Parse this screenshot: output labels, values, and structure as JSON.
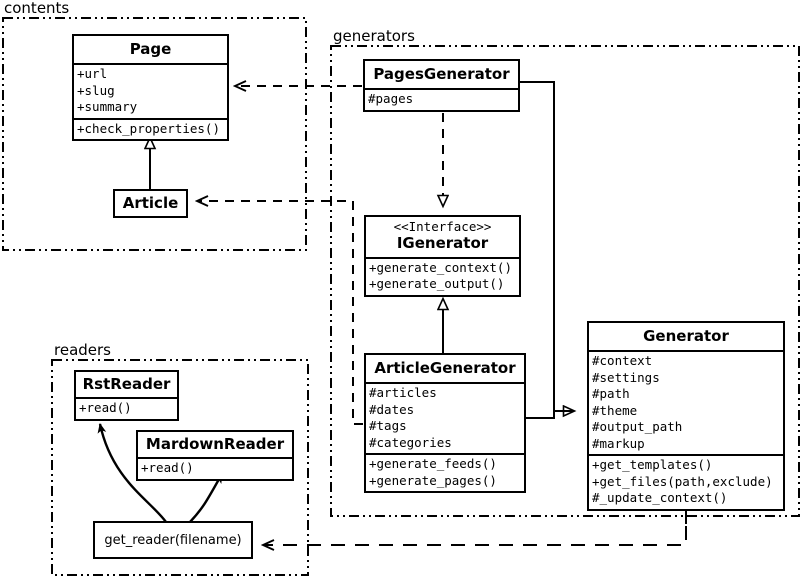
{
  "diagram": {
    "title": "UML class diagram",
    "background": "#ffffff",
    "line_color": "#000000"
  },
  "packages": [
    {
      "name": "contents-package",
      "label": "contents"
    },
    {
      "name": "generators-package",
      "label": "generators"
    },
    {
      "name": "readers-package",
      "label": "readers"
    }
  ],
  "classes": {
    "page": {
      "title": "Page",
      "attributes": [
        "+url",
        "+slug",
        "+summary"
      ],
      "operations": [
        "+check_properties()"
      ]
    },
    "article": {
      "title": "Article",
      "attributes": [],
      "operations": []
    },
    "pages_generator": {
      "title": "PagesGenerator",
      "attributes": [
        "#pages"
      ],
      "operations": []
    },
    "igenerator": {
      "stereotype": "<<Interface>>",
      "title": "IGenerator",
      "attributes": [],
      "operations": [
        "+generate_context()",
        "+generate_output()"
      ]
    },
    "article_generator": {
      "title": "ArticleGenerator",
      "attributes": [
        "#articles",
        "#dates",
        "#tags",
        "#categories"
      ],
      "operations": [
        "+generate_feeds()",
        "+generate_pages()"
      ]
    },
    "generator": {
      "title": "Generator",
      "attributes": [
        "#context",
        "#settings",
        "#path",
        "#theme",
        "#output_path",
        "#markup"
      ],
      "operations": [
        "+get_templates()",
        "+get_files(path,exclude)",
        "#_update_context()"
      ]
    },
    "rst_reader": {
      "title": "RstReader",
      "attributes": [],
      "operations": [
        "+read()"
      ]
    },
    "mardown_reader": {
      "title": "MardownReader",
      "attributes": [],
      "operations": [
        "+read()"
      ]
    },
    "get_reader": {
      "label": "get_reader(filename)"
    }
  },
  "relationships": [
    {
      "name": "article-generalizes-page",
      "type": "generalization",
      "from": "Article",
      "to": "Page",
      "style": "solid-hollow-triangle"
    },
    {
      "name": "pagesgenerator-depends-page",
      "type": "dependency",
      "from": "PagesGenerator",
      "to": "Page",
      "style": "dashed-open-arrow"
    },
    {
      "name": "articlegenerator-depends-article",
      "type": "dependency",
      "from": "ArticleGenerator",
      "to": "Article",
      "style": "dashed-open-arrow"
    },
    {
      "name": "pagesgenerator-realizes-igenerator",
      "type": "realization",
      "from": "PagesGenerator",
      "to": "IGenerator",
      "style": "dashed-hollow-triangle"
    },
    {
      "name": "articlegenerator-realizes-igenerator",
      "type": "realization",
      "from": "ArticleGenerator",
      "to": "IGenerator",
      "style": "solid-hollow-triangle"
    },
    {
      "name": "pagesgenerator-generalizes-generator",
      "type": "generalization",
      "from": "PagesGenerator",
      "to": "Generator",
      "style": "solid-hollow-triangle"
    },
    {
      "name": "articlegenerator-generalizes-generator",
      "type": "generalization",
      "from": "ArticleGenerator",
      "to": "Generator",
      "style": "solid-hollow-triangle"
    },
    {
      "name": "generator-depends-getreader",
      "type": "dependency",
      "from": "Generator",
      "to": "get_reader(filename)",
      "style": "dashed-open-arrow"
    },
    {
      "name": "getreader-creates-rstreader",
      "type": "dependency",
      "from": "get_reader(filename)",
      "to": "RstReader",
      "style": "curved-solid-arrow"
    },
    {
      "name": "getreader-creates-mardownreader",
      "type": "dependency",
      "from": "get_reader(filename)",
      "to": "MardownReader",
      "style": "curved-solid-arrow"
    }
  ]
}
